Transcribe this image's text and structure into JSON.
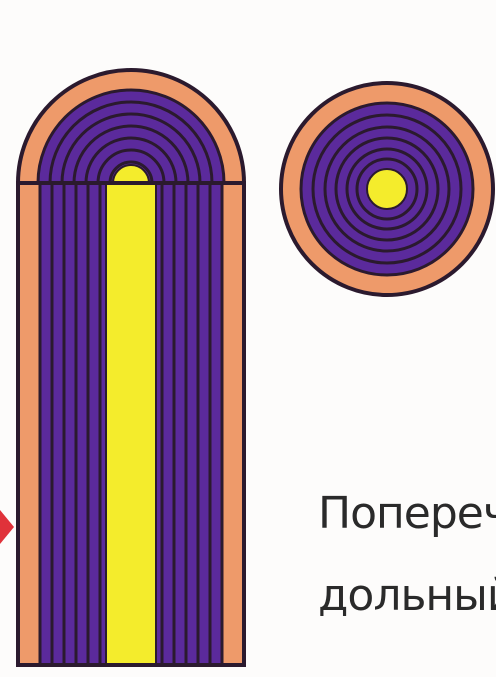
{
  "colors": {
    "background": "#fdfcfb",
    "bark": "#ee9a6a",
    "ring_fill": "#5b2a9c",
    "ring_line": "#2b1a2e",
    "pith": "#f4ec2c",
    "outline": "#2b1a2e",
    "arrow": "#e0323a"
  },
  "caption": {
    "line1": "Попереч",
    "line2": "дольный"
  },
  "figures": {
    "longitudinal_section": {
      "ring_count": 5
    },
    "cross_section": {
      "ring_count": 6
    }
  }
}
